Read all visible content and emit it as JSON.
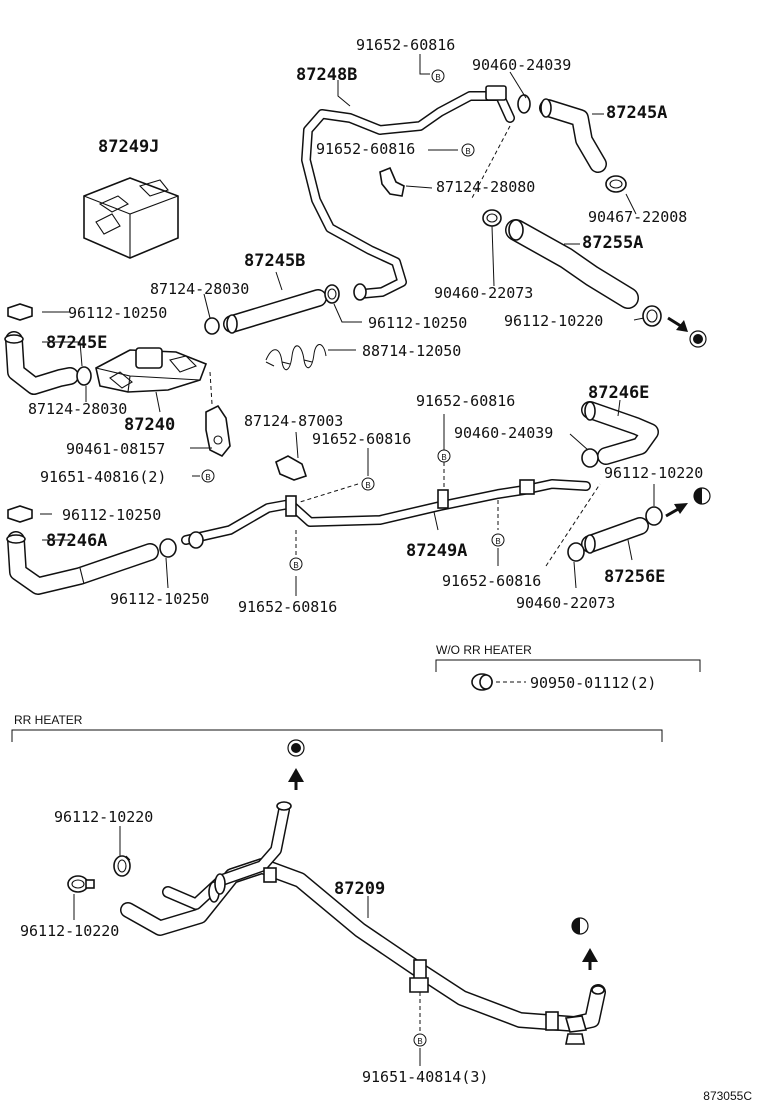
{
  "labels": {
    "p91652_60816_a": "91652-60816",
    "p90460_24039_a": "90460-24039",
    "p87248B": "87248B",
    "p87245A": "87245A",
    "p87249J": "87249J",
    "p91652_60816_b": "91652-60816",
    "p87124_28080": "87124-28080",
    "p90467_22008": "90467-22008",
    "p87255A": "87255A",
    "p87245B": "87245B",
    "p87124_28030_a": "87124-28030",
    "p90460_22073_a": "90460-22073",
    "p96112_10250_a": "96112-10250",
    "p96112_10250_b": "96112-10250",
    "p96112_10220_a": "96112-10220",
    "p87245E": "87245E",
    "p88714_12050": "88714-12050",
    "p87124_28030_b": "87124-28030",
    "p87240": "87240",
    "p87246E": "87246E",
    "p91652_60816_c": "91652-60816",
    "p87124_87003": "87124-87003",
    "p90461_08157": "90461-08157",
    "p91652_60816_d": "91652-60816",
    "p90460_24039_b": "90460-24039",
    "p91651_40816": "91651-40816(2)",
    "p96112_10220_b": "96112-10220",
    "p96112_10250_c": "96112-10250",
    "p87246A": "87246A",
    "p87249A": "87249A",
    "p96112_10250_d": "96112-10250",
    "p91652_60816_e": "91652-60816",
    "p87256E": "87256E",
    "p91652_60816_f": "91652-60816",
    "p90460_22073_b": "90460-22073",
    "p90950_01112": "90950-01112(2)",
    "p96112_10220_c": "96112-10220",
    "p87209": "87209",
    "p96112_10220_d": "96112-10220",
    "p91651_40814": "91651-40814(3)"
  },
  "sections": {
    "wo_rr_heater": "W/O RR HEATER",
    "rr_heater": "RR HEATER"
  },
  "markers": {
    "bolt": "B"
  },
  "footer": {
    "reference": "873055C"
  }
}
